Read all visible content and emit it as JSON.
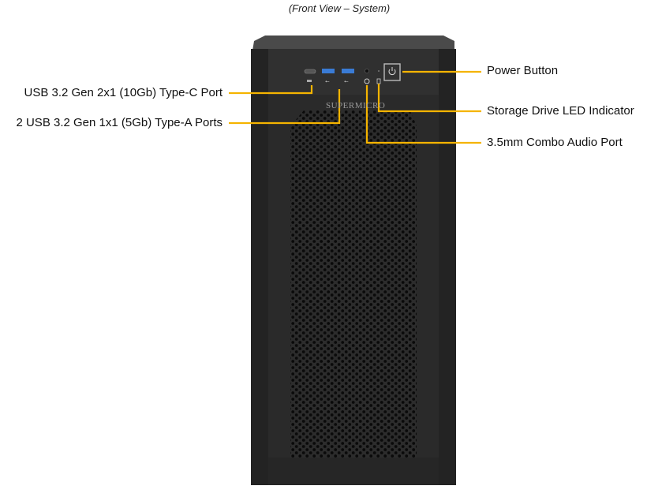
{
  "title": "(Front View – System)",
  "brand": "SUPERMICRO",
  "callouts": {
    "usb_c": "USB 3.2 Gen 2x1 (10Gb) Type-C Port",
    "usb_a": "2 USB 3.2 Gen 1x1 (5Gb) Type-A Ports",
    "power": "Power Button",
    "storage_led": "Storage Drive LED Indicator",
    "audio": "3.5mm Combo Audio Port"
  },
  "colors": {
    "leader": "#f5b400",
    "chassis": "#2b2b2b",
    "usb_blue": "#3a7bd5"
  }
}
